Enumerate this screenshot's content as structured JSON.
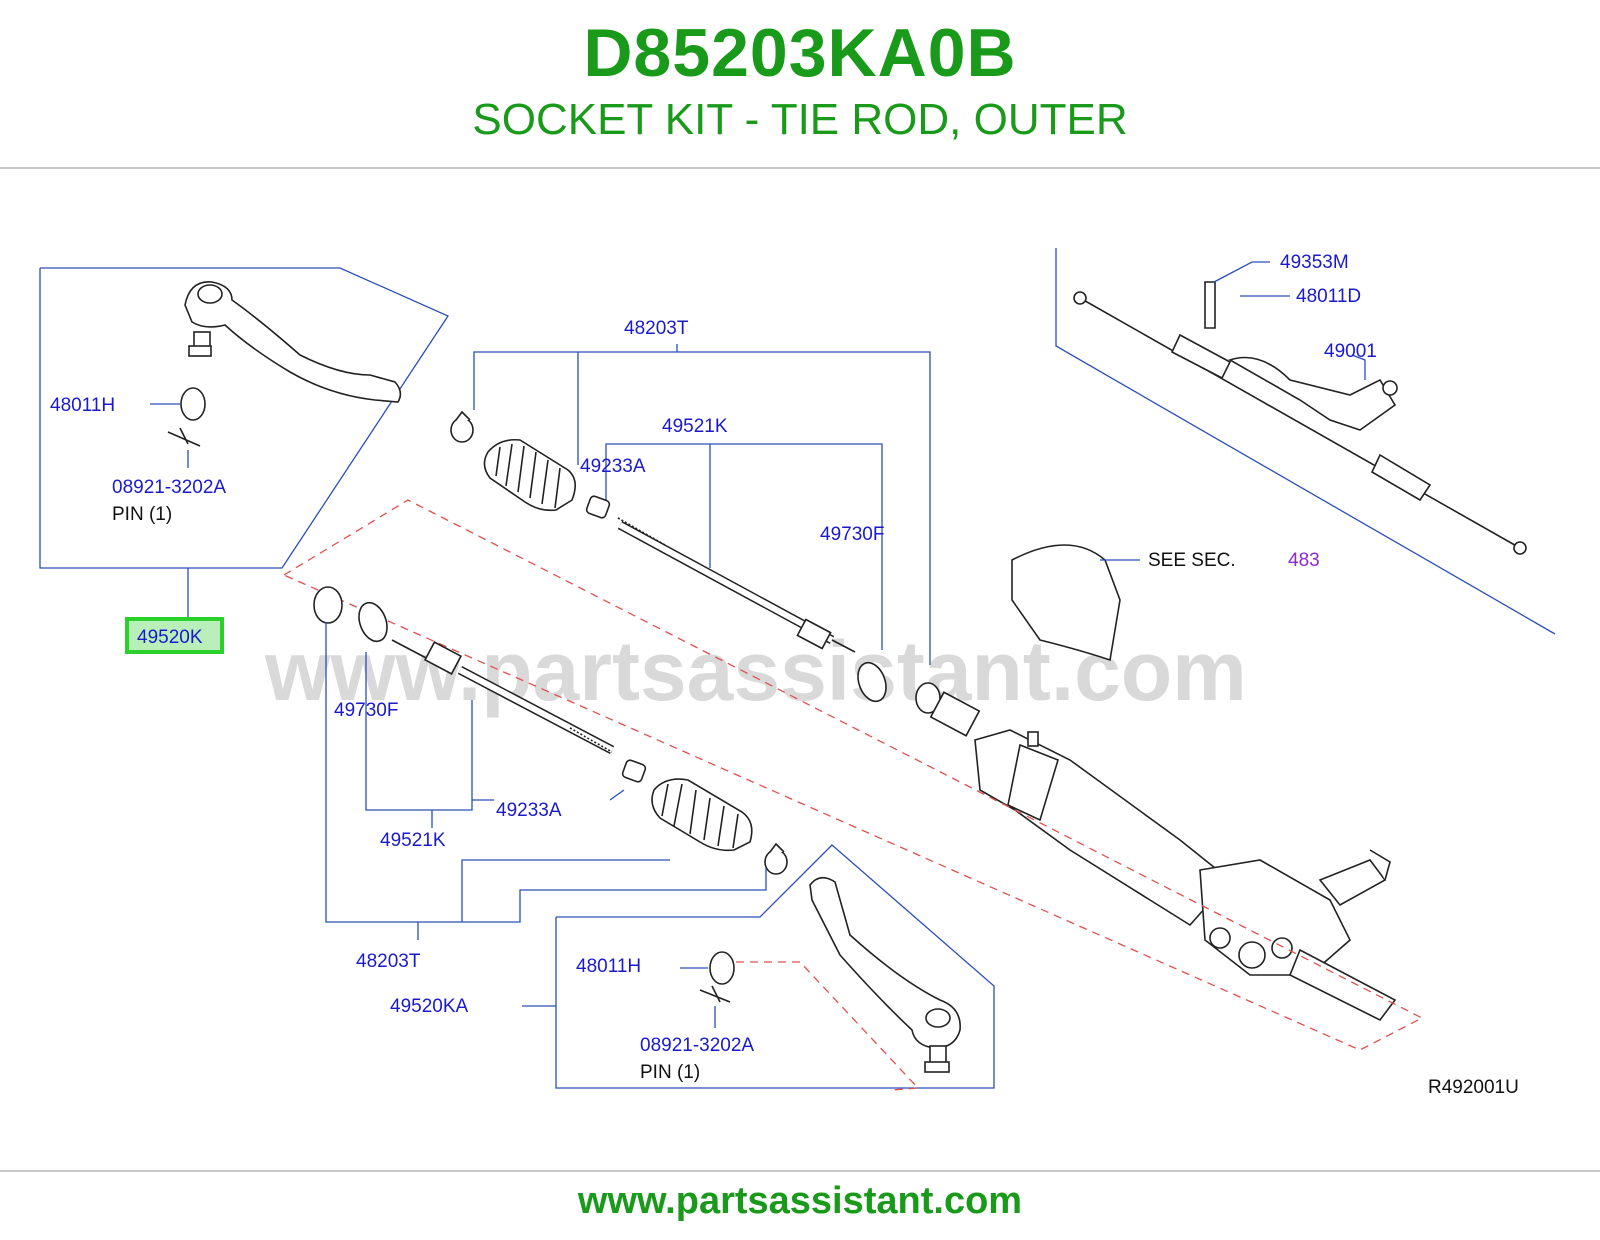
{
  "header": {
    "part_number": "D85203KA0B",
    "description": "SOCKET KIT - TIE ROD, OUTER"
  },
  "diagram": {
    "watermark": "www.partsassistant.com",
    "highlight_color": "#2bd12b",
    "labels": {
      "l_48203T_top": "48203T",
      "l_49521K_top": "49521K",
      "l_49233A_top": "49233A",
      "l_49730F_top": "49730F",
      "l_48011H_left": "48011H",
      "l_08921_left": "08921-3202A",
      "l_pin_left": "PIN  (1)",
      "l_49520K": "49520K",
      "l_49730F_low": "49730F",
      "l_49233A_low": "49233A",
      "l_49521K_low": "49521K",
      "l_48203T_low": "48203T",
      "l_49520KA": "49520KA",
      "l_48011H_right": "48011H",
      "l_08921_right": "08921-3202A",
      "l_pin_right": "PIN  (1)",
      "l_49353M": "49353M",
      "l_48011D": "48011D",
      "l_49001": "49001",
      "l_see_sec": "SEE  SEC.",
      "l_483": "483",
      "l_ref": "R492001U"
    }
  },
  "footer": {
    "url": "www.partsassistant.com"
  }
}
